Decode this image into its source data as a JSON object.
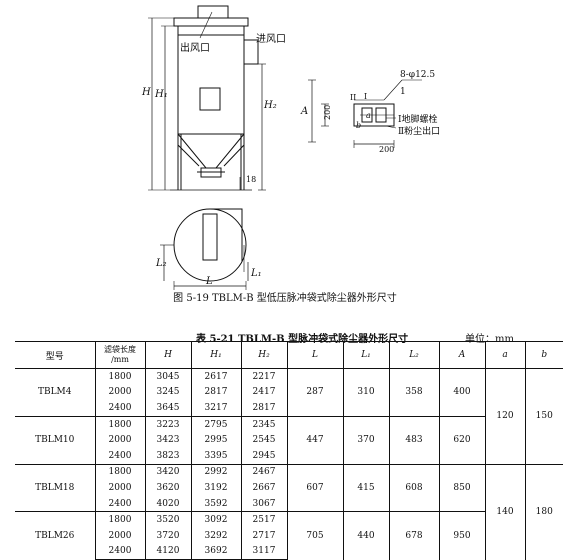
{
  "figure": {
    "caption": "图 5-19   TBLM-B 型低压脉冲袋式除尘器外形尺寸",
    "labels": {
      "outlet": "出风口",
      "inlet": "进风口",
      "H": "H",
      "H1": "H₁",
      "H2": "H₂",
      "d18": "18",
      "L": "L",
      "L1": "L₁",
      "L2": "L₂",
      "A": "A",
      "d200_v": "200",
      "d200_h": "200",
      "bolt": "8-φ12.5",
      "one": "1",
      "roman2": "II",
      "roman1": "I",
      "b": "b",
      "a": "a",
      "note1": "Ⅰ地脚螺栓",
      "note2": "Ⅱ粉尘出口"
    }
  },
  "table": {
    "caption": "表 5-21   TBLM-B 型脉冲袋式除尘器外形尺寸",
    "unit": "单位：mm",
    "headers": [
      "型号",
      "滤袋长度\n/mm",
      "H",
      "H₁",
      "H₂",
      "L",
      "L₁",
      "L₂",
      "A",
      "a",
      "b"
    ],
    "groups": [
      {
        "model": "TBLM4",
        "L": "287",
        "L1": "310",
        "L2": "358",
        "A": "400",
        "rows": [
          [
            "1800",
            "3045",
            "2617",
            "2217"
          ],
          [
            "2000",
            "3245",
            "2817",
            "2417"
          ],
          [
            "2400",
            "3645",
            "3217",
            "2817"
          ]
        ]
      },
      {
        "model": "TBLM10",
        "L": "447",
        "L1": "370",
        "L2": "483",
        "A": "620",
        "rows": [
          [
            "1800",
            "3223",
            "2795",
            "2345"
          ],
          [
            "2000",
            "3423",
            "2995",
            "2545"
          ],
          [
            "2400",
            "3823",
            "3395",
            "2945"
          ]
        ]
      },
      {
        "model": "TBLM18",
        "L": "607",
        "L1": "415",
        "L2": "608",
        "A": "850",
        "rows": [
          [
            "1800",
            "3420",
            "2992",
            "2467"
          ],
          [
            "2000",
            "3620",
            "3192",
            "2667"
          ],
          [
            "2400",
            "4020",
            "3592",
            "3067"
          ]
        ]
      },
      {
        "model": "TBLM26",
        "L": "705",
        "L1": "440",
        "L2": "678",
        "A": "950",
        "rows": [
          [
            "1800",
            "3520",
            "3092",
            "2517"
          ],
          [
            "2000",
            "3720",
            "3292",
            "2717"
          ],
          [
            "2400",
            "4120",
            "3692",
            "3117"
          ]
        ]
      }
    ],
    "ab_upper": {
      "a": "120",
      "b": "150"
    },
    "ab_lower": {
      "a": "140",
      "b": "180"
    }
  }
}
